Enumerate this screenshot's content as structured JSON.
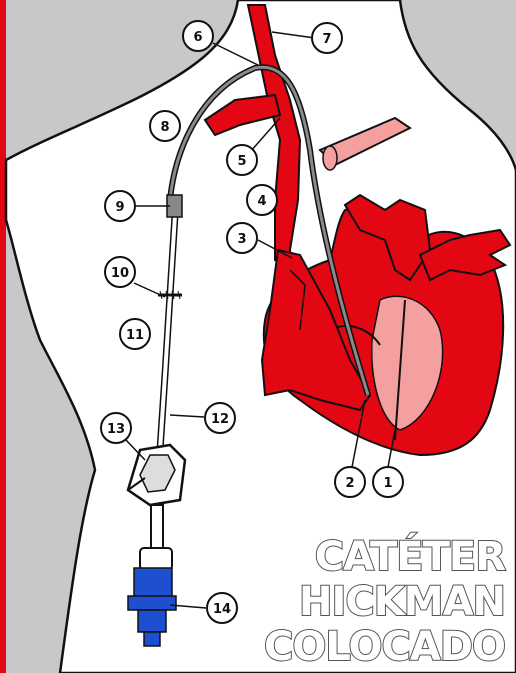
{
  "title": {
    "line1": "CATÉTER",
    "line2": "HICKMAN",
    "line3": "COLOCADO"
  },
  "callouts": [
    "1",
    "2",
    "3",
    "4",
    "5",
    "6",
    "7",
    "8",
    "9",
    "10",
    "11",
    "12",
    "13",
    "14"
  ],
  "colors": {
    "background_body": "#c8c8c8",
    "skin": "#ffffff",
    "blood_red": "#e30613",
    "light_red": "#f4a0a0",
    "catheter": "#8a8a8a",
    "connector_blue": "#1f4fd1",
    "left_border": "#e30613"
  }
}
